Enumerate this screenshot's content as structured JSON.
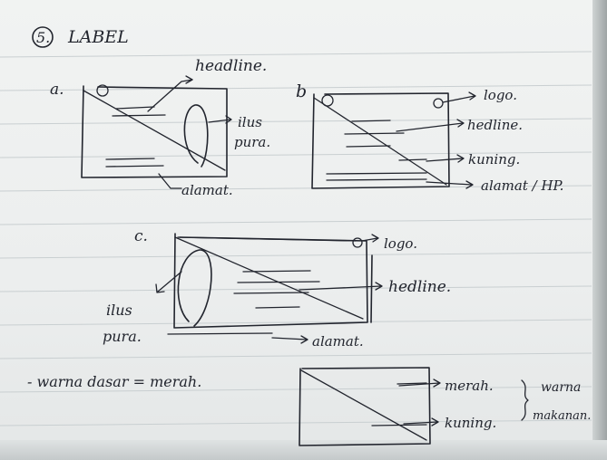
{
  "title": {
    "number": "5.",
    "text": "LABEL"
  },
  "sketch_a": {
    "label": "a.",
    "annotations": [
      {
        "name": "headline",
        "text": "headline."
      },
      {
        "name": "ilus-line1",
        "text": "ilus"
      },
      {
        "name": "ilus-line2",
        "text": "pura."
      },
      {
        "name": "alamat",
        "text": "alamat."
      }
    ]
  },
  "sketch_b": {
    "label": "b",
    "annotations": [
      {
        "name": "logo",
        "text": "logo."
      },
      {
        "name": "hedline",
        "text": "hedline."
      },
      {
        "name": "kuning",
        "text": "kuning."
      },
      {
        "name": "alamat-hp",
        "text": "alamat / HP."
      }
    ]
  },
  "sketch_c": {
    "label": "c.",
    "annotations": [
      {
        "name": "logo",
        "text": "logo."
      },
      {
        "name": "hedline",
        "text": "hedline."
      },
      {
        "name": "ilus-line1",
        "text": "ilus"
      },
      {
        "name": "ilus-line2",
        "text": "pura."
      },
      {
        "name": "alamat",
        "text": "alamat."
      }
    ]
  },
  "note": {
    "text": "- warna dasar = merah.",
    "annotations": [
      {
        "name": "merah",
        "text": "merah."
      },
      {
        "name": "kuning",
        "text": "kuning."
      },
      {
        "name": "warna",
        "text": "warna"
      },
      {
        "name": "makanan",
        "text": "makanan."
      }
    ]
  },
  "colors": {
    "paper": "#eceeee",
    "ink": "#22252e",
    "rule": "#c9cfd1"
  }
}
